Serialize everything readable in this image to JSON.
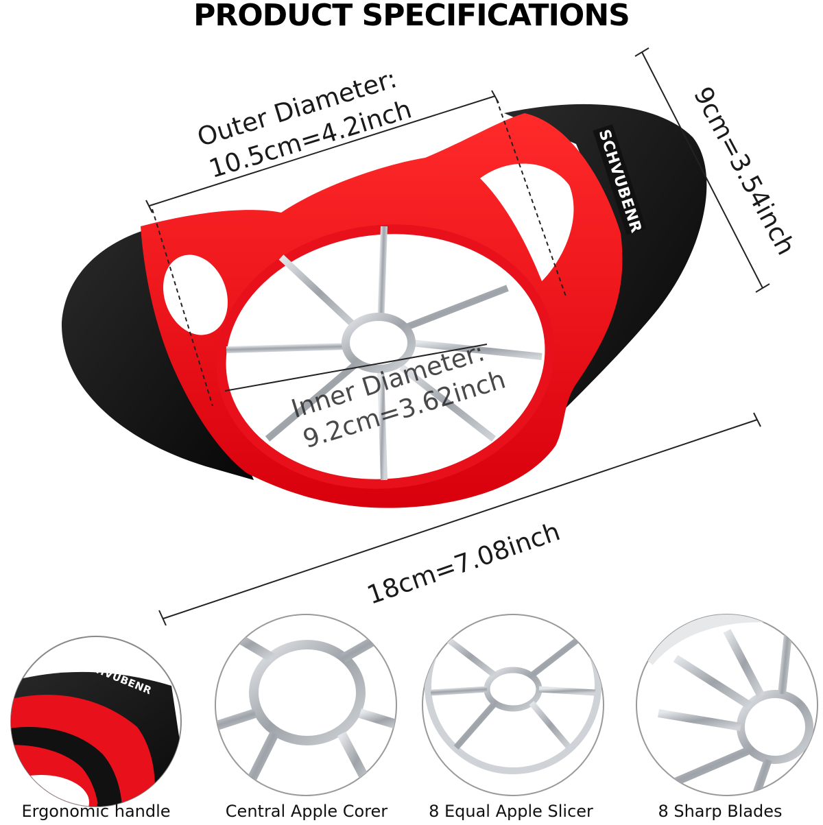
{
  "title": "PRODUCT SPECIFICATIONS",
  "brand": "SCHVUBENR",
  "dimensions": {
    "outer_diameter_label": "Outer Diameter:",
    "outer_diameter_value": "10.5cm=4.2inch",
    "inner_diameter_label": "Inner Diameter:",
    "inner_diameter_value": "9.2cm=3.62inch",
    "length": "18cm=7.08inch",
    "width": "9cm=3.54inch"
  },
  "features": [
    {
      "caption": "Ergonomic handle",
      "icon": "handle-closeup"
    },
    {
      "caption": "Central Apple Corer",
      "icon": "corer-closeup"
    },
    {
      "caption": "8 Equal Apple Slicer",
      "icon": "slicer-closeup"
    },
    {
      "caption": "8 Sharp Blades",
      "icon": "blades-closeup"
    }
  ],
  "colors": {
    "body_red": "#e8111b",
    "handle_black": "#111111",
    "blade_steel": "#b8bcc2"
  }
}
